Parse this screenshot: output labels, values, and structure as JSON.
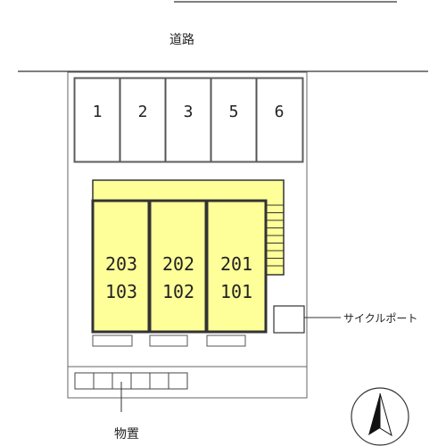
{
  "road": {
    "label": "道路"
  },
  "parking": {
    "spaces": [
      "1",
      "2",
      "3",
      "5",
      "6"
    ]
  },
  "units": [
    {
      "upper": "203",
      "lower": "103"
    },
    {
      "upper": "202",
      "lower": "102"
    },
    {
      "upper": "201",
      "lower": "101"
    }
  ],
  "bike_port": {
    "label": "サイクルポート"
  },
  "storage": {
    "label": "物置"
  },
  "colors": {
    "building": "#ffff99",
    "line": "#333333"
  },
  "icons": [
    "north-arrow-icon"
  ]
}
